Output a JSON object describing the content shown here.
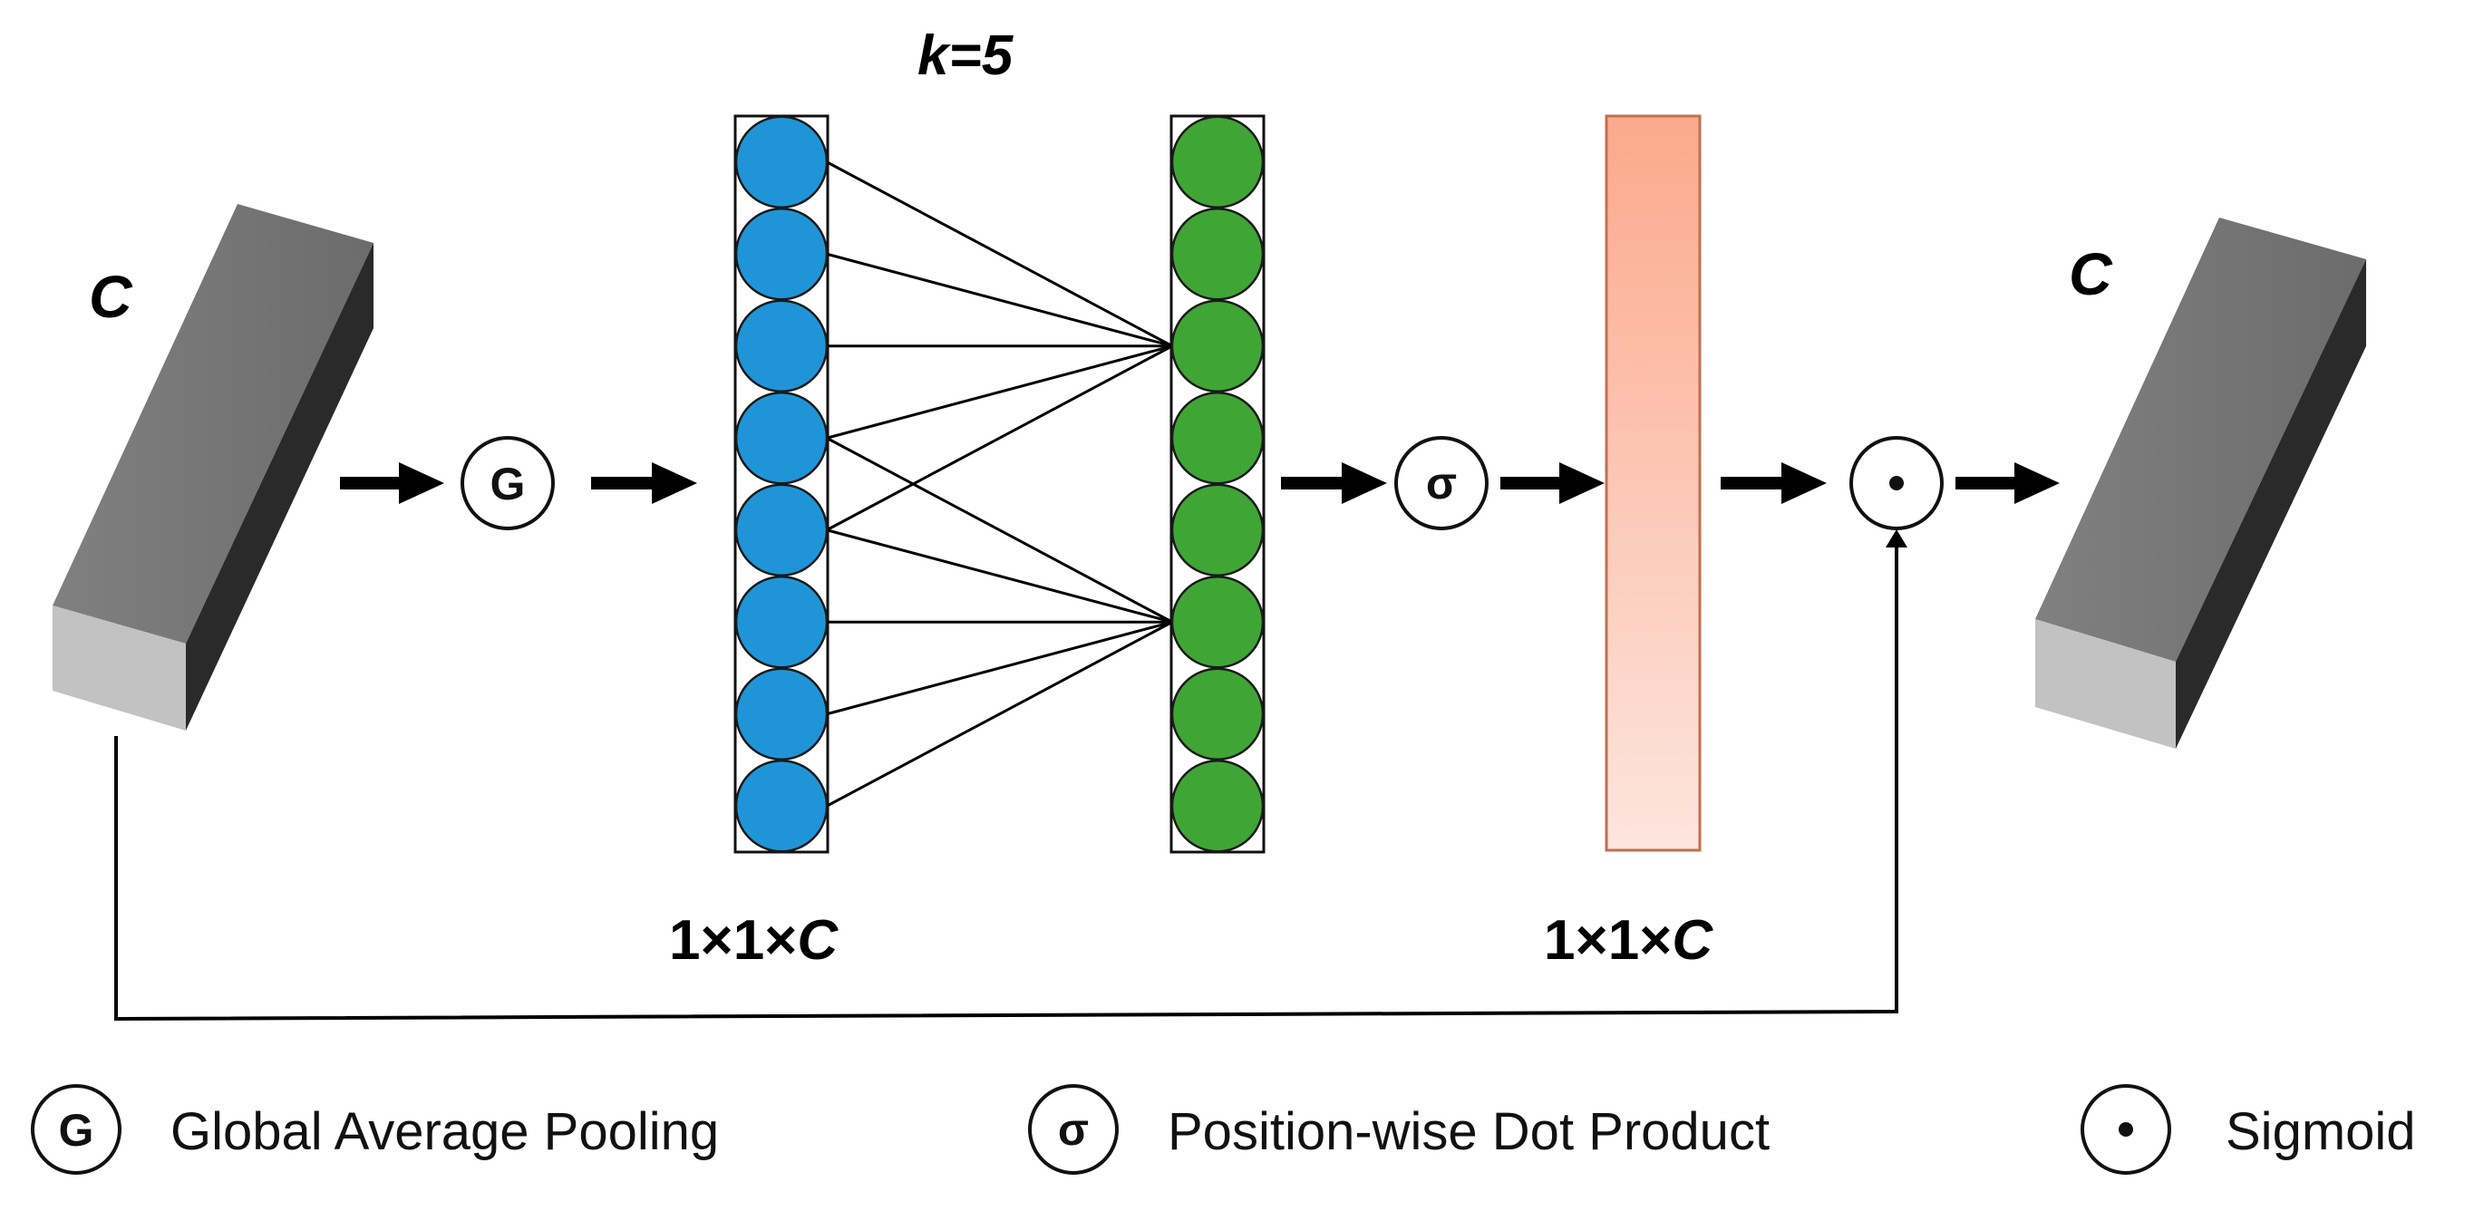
{
  "diagram": {
    "input_label": "C",
    "output_label": "C",
    "kernel_label": "k=5",
    "ops": {
      "gap_symbol": "G",
      "sigma_symbol": "σ",
      "dot_symbol": "⊙"
    },
    "dim_labels": {
      "left_prefix": "1×1×",
      "left_var": "C",
      "right_prefix": "1×1×",
      "right_var": "C"
    },
    "legend": [
      {
        "symbol": "G",
        "label": "Global Average Pooling"
      },
      {
        "symbol": "σ",
        "label": "Position-wise Dot Product"
      },
      {
        "symbol": "⊙",
        "label": "Sigmoid"
      }
    ],
    "colors": {
      "input_nodes": "#1f95d8",
      "output_nodes": "#3fa535",
      "bar_top": "#fba98c",
      "bar_bottom": "#fde5de",
      "cuboid_front": "#c2c2c2",
      "cuboid_top": "#7b7b7b",
      "cuboid_side": "#2a2a2a"
    },
    "node_count": 8
  }
}
